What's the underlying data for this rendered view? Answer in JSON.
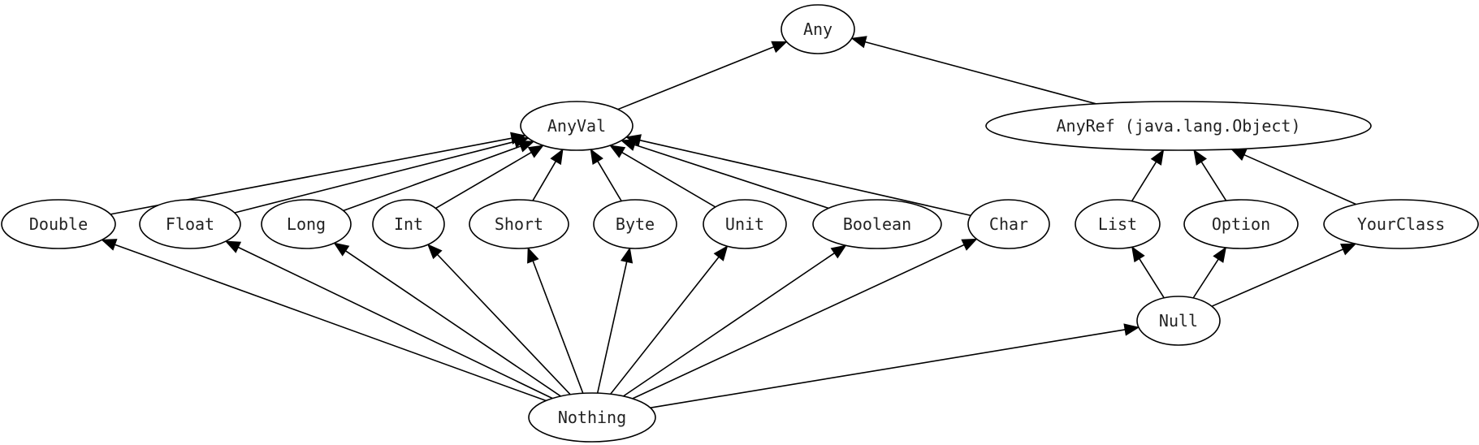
{
  "diagram": {
    "type": "type-hierarchy",
    "nodes": {
      "any": "Any",
      "anyval": "AnyVal",
      "anyref": "AnyRef (java.lang.Object)",
      "double": "Double",
      "float": "Float",
      "long": "Long",
      "int": "Int",
      "short": "Short",
      "byte": "Byte",
      "unit": "Unit",
      "boolean": "Boolean",
      "char": "Char",
      "list": "List",
      "option": "Option",
      "yourclass": "YourClass",
      "null": "Null",
      "nothing": "Nothing"
    },
    "edges": [
      [
        "anyval",
        "any"
      ],
      [
        "anyref",
        "any"
      ],
      [
        "double",
        "anyval"
      ],
      [
        "float",
        "anyval"
      ],
      [
        "long",
        "anyval"
      ],
      [
        "int",
        "anyval"
      ],
      [
        "short",
        "anyval"
      ],
      [
        "byte",
        "anyval"
      ],
      [
        "unit",
        "anyval"
      ],
      [
        "boolean",
        "anyval"
      ],
      [
        "char",
        "anyval"
      ],
      [
        "list",
        "anyref"
      ],
      [
        "option",
        "anyref"
      ],
      [
        "yourclass",
        "anyref"
      ],
      [
        "null",
        "list"
      ],
      [
        "null",
        "option"
      ],
      [
        "null",
        "yourclass"
      ],
      [
        "nothing",
        "double"
      ],
      [
        "nothing",
        "float"
      ],
      [
        "nothing",
        "long"
      ],
      [
        "nothing",
        "int"
      ],
      [
        "nothing",
        "short"
      ],
      [
        "nothing",
        "byte"
      ],
      [
        "nothing",
        "unit"
      ],
      [
        "nothing",
        "boolean"
      ],
      [
        "nothing",
        "char"
      ],
      [
        "nothing",
        "null"
      ]
    ]
  }
}
